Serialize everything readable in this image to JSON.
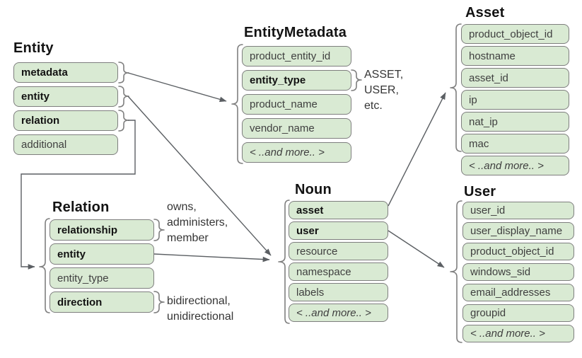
{
  "colors": {
    "row_fill": "#d9ead3",
    "row_border": "#7e7e7e",
    "connector": "#5b5f63",
    "title_text": "#131313",
    "row_text": "#3f3f3f"
  },
  "boxes": {
    "entity": {
      "title": "Entity",
      "rows": [
        "metadata",
        "entity",
        "relation",
        "additional"
      ]
    },
    "entity_metadata": {
      "title": "EntityMetadata",
      "rows": [
        "product_entity_id",
        "entity_type",
        "product_name",
        "vendor_name",
        "< ..and more.. >"
      ]
    },
    "asset": {
      "title": "Asset",
      "rows": [
        "product_object_id",
        "hostname",
        "asset_id",
        "ip",
        "nat_ip",
        "mac",
        "< ..and more.. >"
      ]
    },
    "relation": {
      "title": "Relation",
      "rows": [
        "relationship",
        "entity",
        "entity_type",
        "direction"
      ]
    },
    "noun": {
      "title": "Noun",
      "rows": [
        "asset",
        "user",
        "resource",
        "namespace",
        "labels",
        "< ..and more.. >"
      ]
    },
    "user": {
      "title": "User",
      "rows": [
        "user_id",
        "user_display_name",
        "product_object_id",
        "windows_sid",
        "email_addresses",
        "groupid",
        "< ..and more.. >"
      ]
    }
  },
  "annotations": {
    "entity_type_values": [
      "ASSET,",
      "USER,",
      "etc."
    ],
    "relationship_values": [
      "owns,",
      "administers,",
      "member"
    ],
    "direction_values": [
      "bidirectional,",
      "unidirectional"
    ]
  },
  "connections": [
    {
      "from": "Entity.metadata",
      "to": "EntityMetadata"
    },
    {
      "from": "Entity.entity",
      "to": "Noun"
    },
    {
      "from": "Entity.relation",
      "to": "Relation"
    },
    {
      "from": "Relation.entity",
      "to": "Noun"
    },
    {
      "from": "Noun.asset",
      "to": "Asset"
    },
    {
      "from": "Noun.user",
      "to": "User"
    }
  ]
}
